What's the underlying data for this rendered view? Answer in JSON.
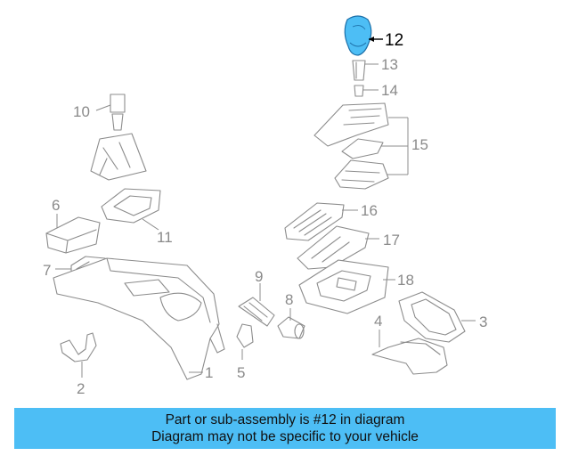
{
  "diagram": {
    "highlight_color": "#4dbef5",
    "highlighted_part": "12",
    "callouts": [
      "12",
      "13",
      "14",
      "10",
      "15",
      "16",
      "6",
      "11",
      "17",
      "7",
      "9",
      "18",
      "8",
      "4",
      "3",
      "1",
      "5",
      "2"
    ]
  },
  "banner": {
    "line1": "Part or sub-assembly is #12 in diagram",
    "line2": "Diagram may not be specific to your vehicle"
  }
}
